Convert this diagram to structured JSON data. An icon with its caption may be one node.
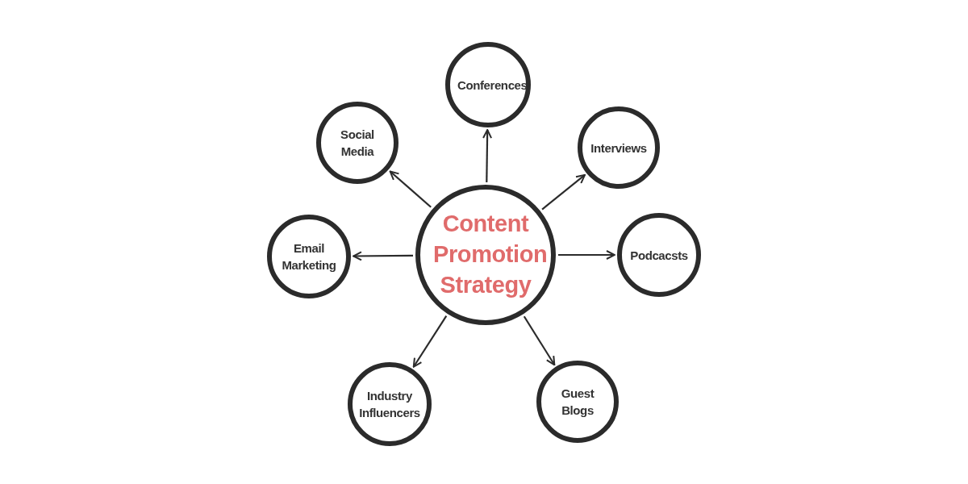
{
  "diagram": {
    "nodes": [
      {
        "text": [
          "Content Promotion Strategy"
        ]
      },
      {
        "text": [
          "Conferences"
        ]
      },
      {
        "text": [
          "Social Media"
        ]
      },
      {
        "text": [
          "Interviews"
        ]
      },
      {
        "text": [
          "Email Marketing"
        ]
      },
      {
        "text": [
          "Podcacsts"
        ]
      },
      {
        "text": [
          "Industry Influencers"
        ]
      },
      {
        "text": [
          "Guest Blogs"
        ]
      }
    ],
    "edges": [
      {
        "from": 0,
        "to": 1,
        "arrow": "to"
      },
      {
        "from": 0,
        "to": 2,
        "arrow": "to"
      },
      {
        "from": 0,
        "to": 3,
        "arrow": "to"
      },
      {
        "from": 0,
        "to": 4,
        "arrow": "to"
      },
      {
        "from": 0,
        "to": 5,
        "arrow": "to"
      },
      {
        "from": 0,
        "to": 6,
        "arrow": "to"
      },
      {
        "from": 0,
        "to": 7,
        "arrow": "to"
      }
    ]
  }
}
